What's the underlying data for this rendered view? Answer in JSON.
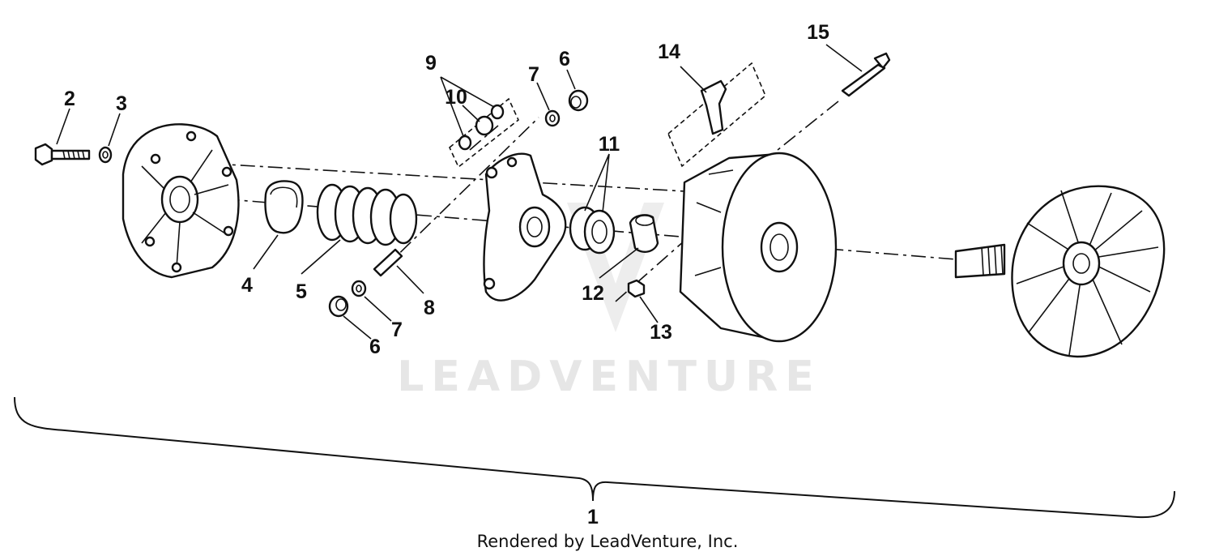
{
  "callouts": [
    {
      "id": "c1",
      "text": "1"
    },
    {
      "id": "c2",
      "text": "2"
    },
    {
      "id": "c3",
      "text": "3"
    },
    {
      "id": "c4",
      "text": "4"
    },
    {
      "id": "c5",
      "text": "5"
    },
    {
      "id": "c6a",
      "text": "6"
    },
    {
      "id": "c6b",
      "text": "6"
    },
    {
      "id": "c7a",
      "text": "7"
    },
    {
      "id": "c7b",
      "text": "7"
    },
    {
      "id": "c8",
      "text": "8"
    },
    {
      "id": "c9",
      "text": "9"
    },
    {
      "id": "c10",
      "text": "10"
    },
    {
      "id": "c11",
      "text": "11"
    },
    {
      "id": "c12",
      "text": "12"
    },
    {
      "id": "c13",
      "text": "13"
    },
    {
      "id": "c14",
      "text": "14"
    },
    {
      "id": "c15",
      "text": "15"
    }
  ],
  "watermark": "LEADVENTURE",
  "credit": "Rendered by LeadVenture, Inc."
}
